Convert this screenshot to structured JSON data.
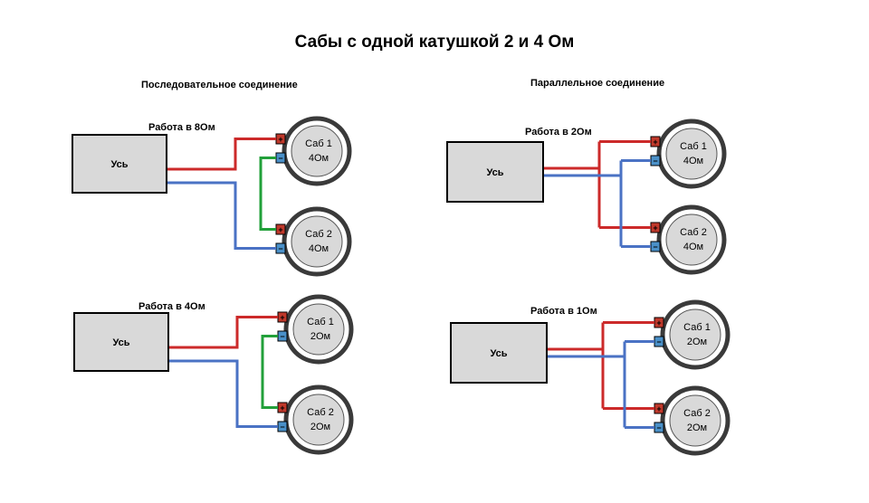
{
  "title": "Сабы с одной катушкой   2 и 4 Ом",
  "sections": {
    "series": "Последовательное соединение",
    "parallel": "Параллельное соединение"
  },
  "diagrams": [
    {
      "label": "Работа в 8Ом",
      "amp": "Усь",
      "subs": [
        {
          "name": "Саб 1",
          "impedance": "4Ом",
          "pos": "+",
          "neg": "−"
        },
        {
          "name": "Саб 2",
          "impedance": "4Ом",
          "pos": "+",
          "neg": "−"
        }
      ]
    },
    {
      "label": "Работа в 4Ом",
      "amp": "Усь",
      "subs": [
        {
          "name": "Саб 1",
          "impedance": "2Ом",
          "pos": "+",
          "neg": "−"
        },
        {
          "name": "Саб 2",
          "impedance": "2Ом",
          "pos": "+",
          "neg": "−"
        }
      ]
    },
    {
      "label": "Работа в 2Ом",
      "amp": "Усь",
      "subs": [
        {
          "name": "Саб 1",
          "impedance": "4Ом",
          "pos": "+",
          "neg": "−"
        },
        {
          "name": "Саб 2",
          "impedance": "4Ом",
          "pos": "+",
          "neg": "−"
        }
      ]
    },
    {
      "label": "Работа в 1Ом",
      "amp": "Усь",
      "subs": [
        {
          "name": "Саб 1",
          "impedance": "2Ом",
          "pos": "+",
          "neg": "−"
        },
        {
          "name": "Саб 2",
          "impedance": "2Ом",
          "pos": "+",
          "neg": "−"
        }
      ]
    }
  ],
  "colors": {
    "positive_wire": "#cc2a2a",
    "negative_wire": "#4a72c4",
    "bridge_wire": "#22a03a",
    "amp_fill": "#d9d9d9",
    "speaker_ring": "#3a3a3a",
    "speaker_cone": "#d9d9d9",
    "terminal_pos": "#c0392b",
    "terminal_neg": "#4a90c8"
  }
}
